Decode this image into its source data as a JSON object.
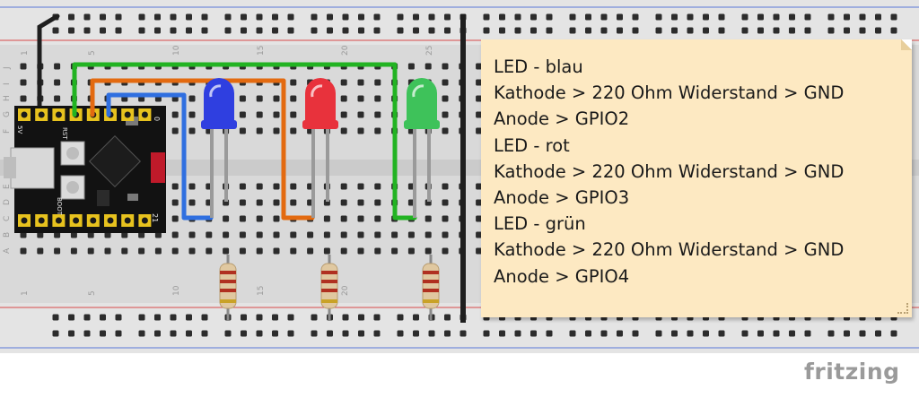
{
  "note": {
    "lines": [
      "LED - blau",
      "Kathode > 220 Ohm Widerstand > GND",
      "Anode > GPIO2",
      "LED - rot",
      "Kathode > 220 Ohm Widerstand > GND",
      "Anode > GPIO3",
      "LED - grün",
      "Kathode > 220 Ohm Widerstand > GND",
      "Anode > GPIO4"
    ]
  },
  "board": {
    "rst_label": "RST",
    "boot_label": "BOOT",
    "pin_top_left_label": "5V",
    "pin_top_right_label": "0",
    "pin_bottom_right_label": "21"
  },
  "breadboard": {
    "column_numbers": [
      "1",
      "5",
      "10",
      "15",
      "20",
      "25"
    ],
    "row_letters_top": [
      "J",
      "I",
      "H",
      "G",
      "F"
    ],
    "row_letters_bottom": [
      "E",
      "D",
      "C",
      "B",
      "A"
    ]
  },
  "leds": [
    {
      "name": "led-blue",
      "color": "#2f3fe0"
    },
    {
      "name": "led-red",
      "color": "#e8323c"
    },
    {
      "name": "led-green",
      "color": "#3ec25a"
    }
  ],
  "wire_colors": {
    "ground": "#1e1e1e",
    "green": "#22b322",
    "orange": "#e36a10",
    "blue": "#2f6fe0"
  },
  "brand": "fritzing"
}
